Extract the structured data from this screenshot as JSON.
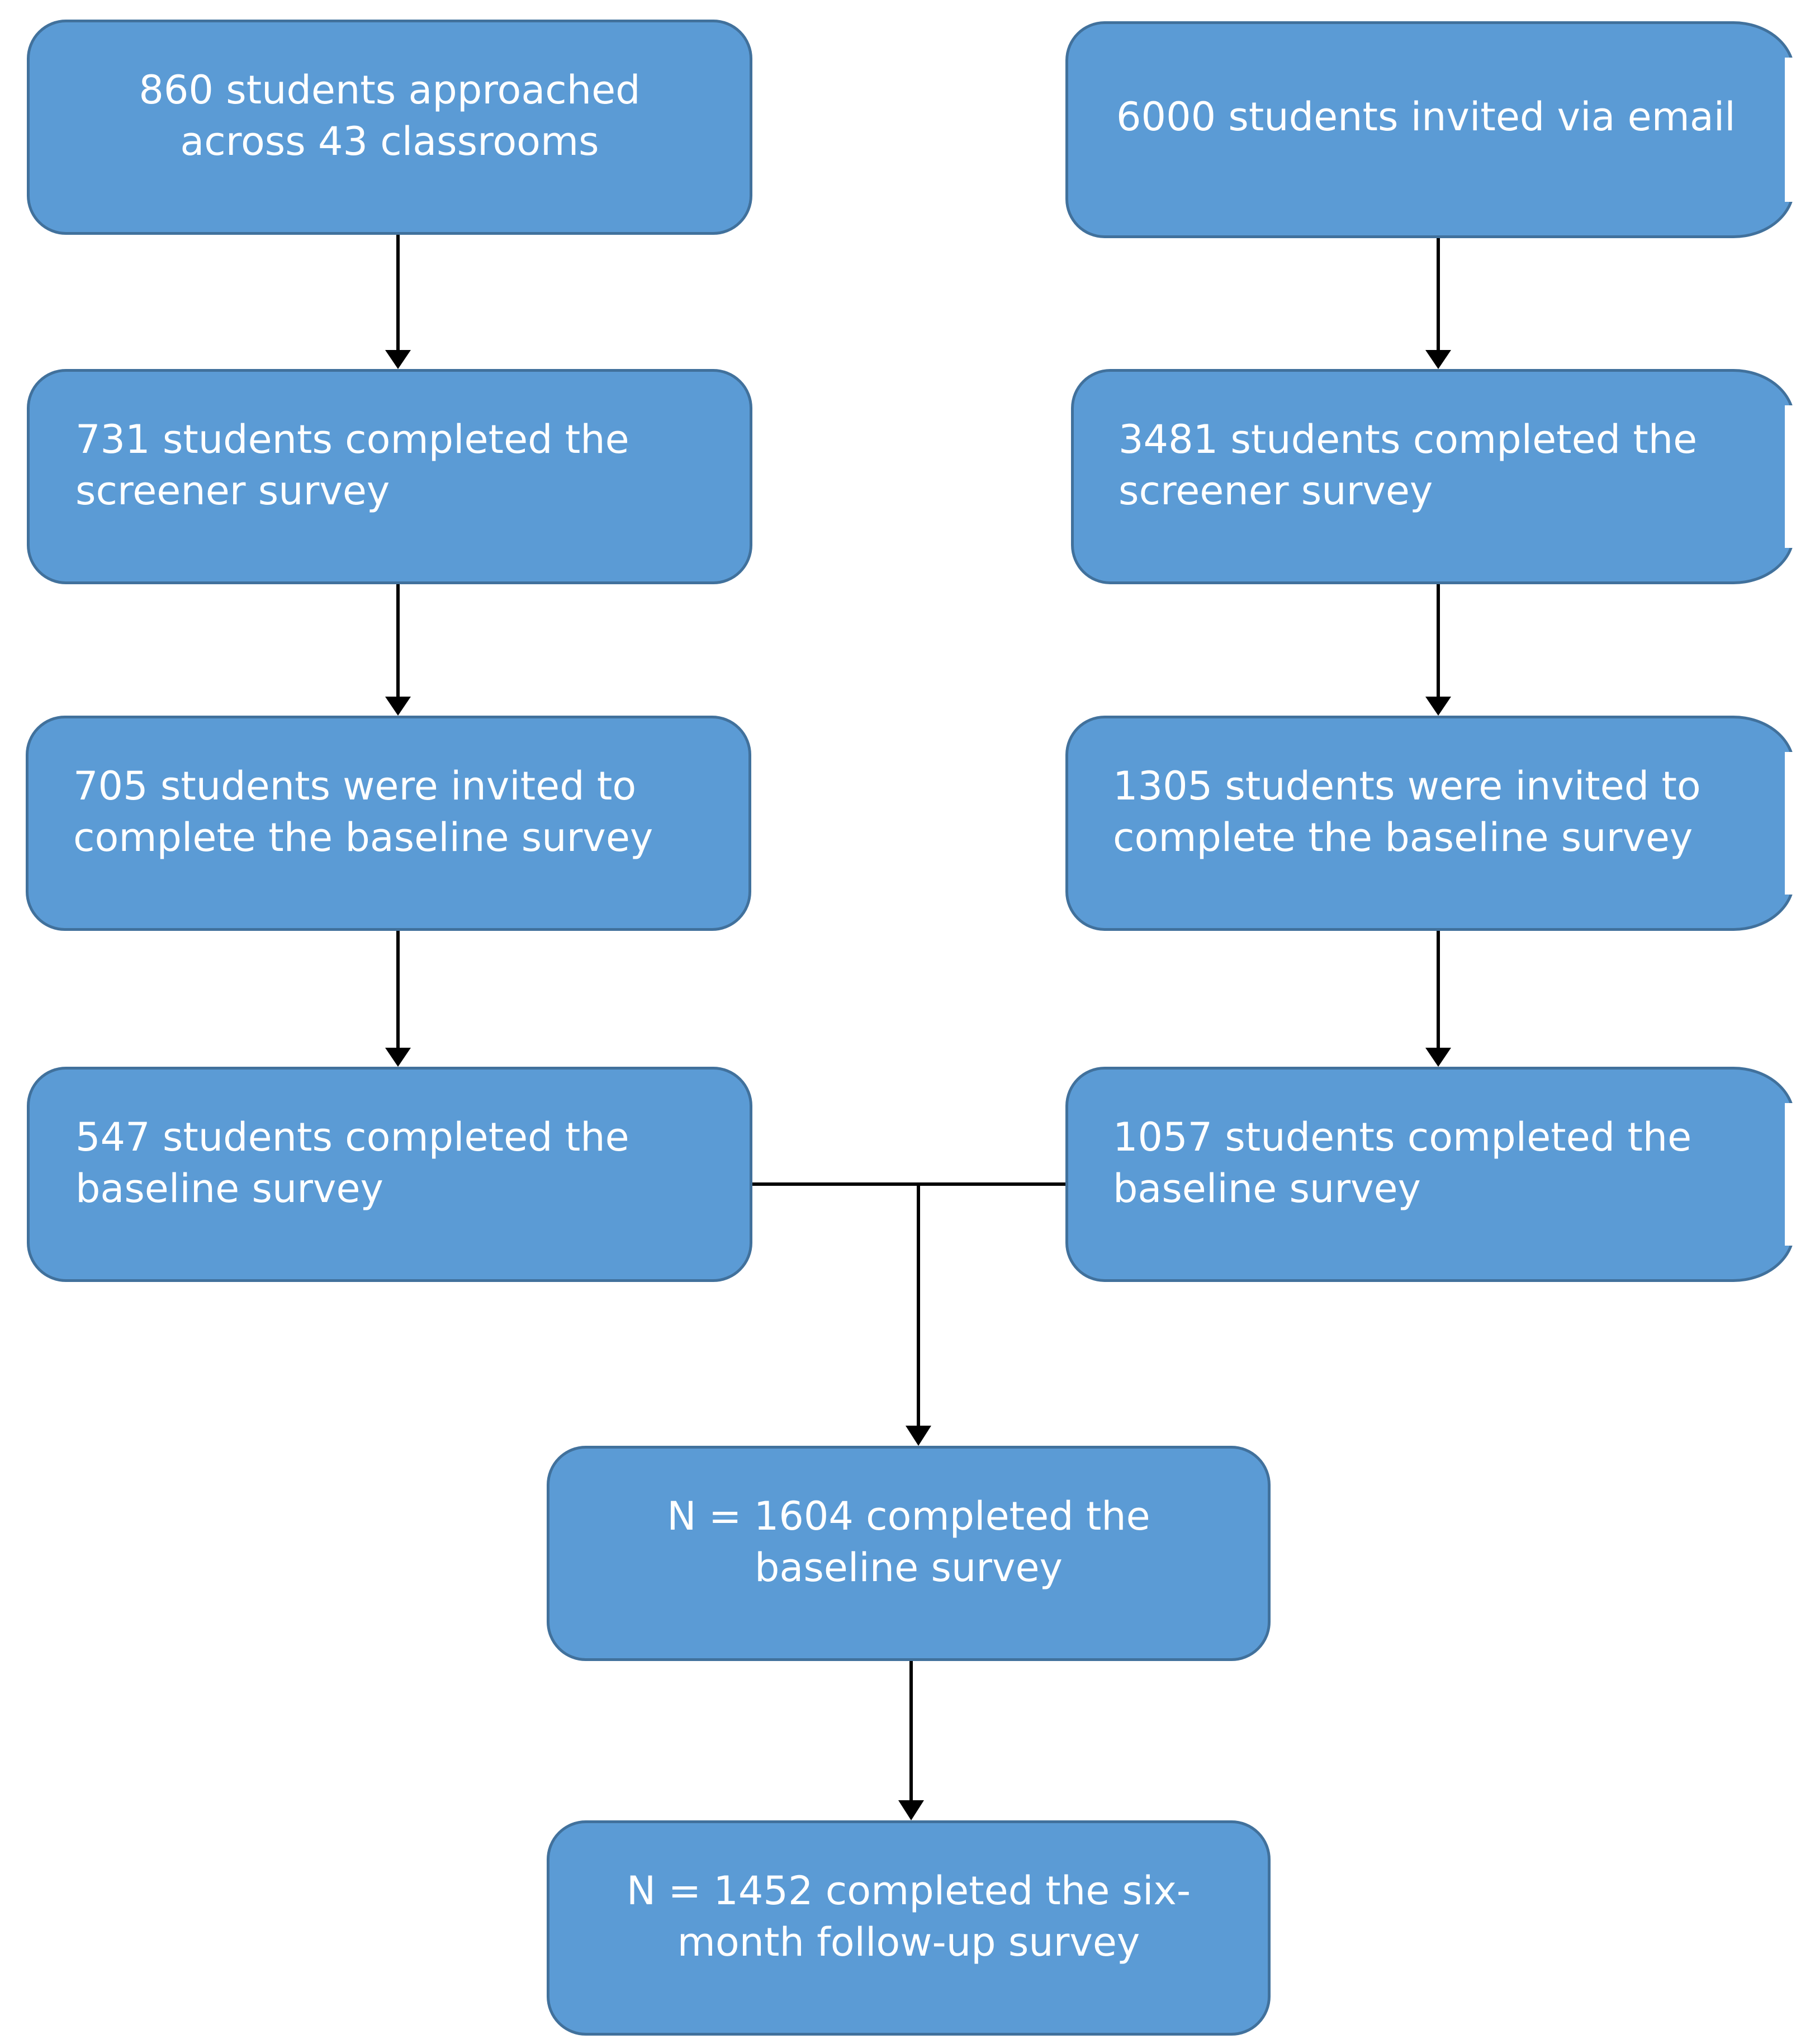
{
  "diagram": {
    "left_column": [
      {
        "line1": "860 students approached",
        "line2": "across 43 classrooms"
      },
      {
        "line1": "731 students completed the",
        "line2": "screener survey"
      },
      {
        "line1": "705 students were invited to",
        "line2": "complete the baseline survey"
      },
      {
        "line1": "547 students completed the",
        "line2": "baseline survey"
      }
    ],
    "right_column": [
      {
        "line1": "6000 students invited via email",
        "line2": ""
      },
      {
        "line1": "3481 students completed the",
        "line2": "screener survey"
      },
      {
        "line1": "1305 students were invited to",
        "line2": "complete the baseline survey"
      },
      {
        "line1": "1057 students completed the",
        "line2": "baseline survey"
      }
    ],
    "merged": [
      {
        "line1": "N = 1604 completed the",
        "line2": "baseline survey"
      },
      {
        "line1": "N = 1452 completed the six-",
        "line2": "month follow-up survey"
      }
    ],
    "colors": {
      "box_fill": "#5b9bd5",
      "box_border": "#41719c",
      "text": "#ffffff",
      "connector": "#000000"
    }
  }
}
